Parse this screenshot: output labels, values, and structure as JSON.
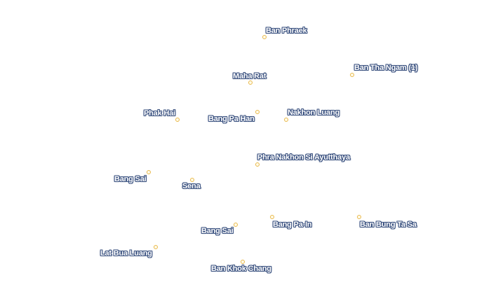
{
  "map": {
    "marker_color": "#e8b84a",
    "label_text_color": "#ffffff",
    "label_halo_color": "#3b5280",
    "places": [
      {
        "id": "ban-phraek",
        "name": "Ban Phraek"
      },
      {
        "id": "ban-tha-ngam",
        "name": "Ban Tha Ngam (1)"
      },
      {
        "id": "maha-rat",
        "name": "Maha Rat"
      },
      {
        "id": "phak-hai",
        "name": "Phak Hai"
      },
      {
        "id": "bang-pa-han",
        "name": "Bang Pa Han"
      },
      {
        "id": "nakhon-luang",
        "name": "Nakhon Luang"
      },
      {
        "id": "phra-nakhon-si-ayutthaya",
        "name": "Phra Nakhon Si Ayutthaya"
      },
      {
        "id": "bang-sai-north",
        "name": "Bang Sai"
      },
      {
        "id": "sena",
        "name": "Sena"
      },
      {
        "id": "bang-pa-in",
        "name": "Bang Pa-In"
      },
      {
        "id": "ban-bung-ta-sa",
        "name": "Ban Bung Ta Sa"
      },
      {
        "id": "bang-sai-south",
        "name": "Bang Sai"
      },
      {
        "id": "lat-bua-luang",
        "name": "Lat Bua Luang"
      },
      {
        "id": "ban-khok-chang",
        "name": "Ban Khok Chang"
      }
    ]
  }
}
